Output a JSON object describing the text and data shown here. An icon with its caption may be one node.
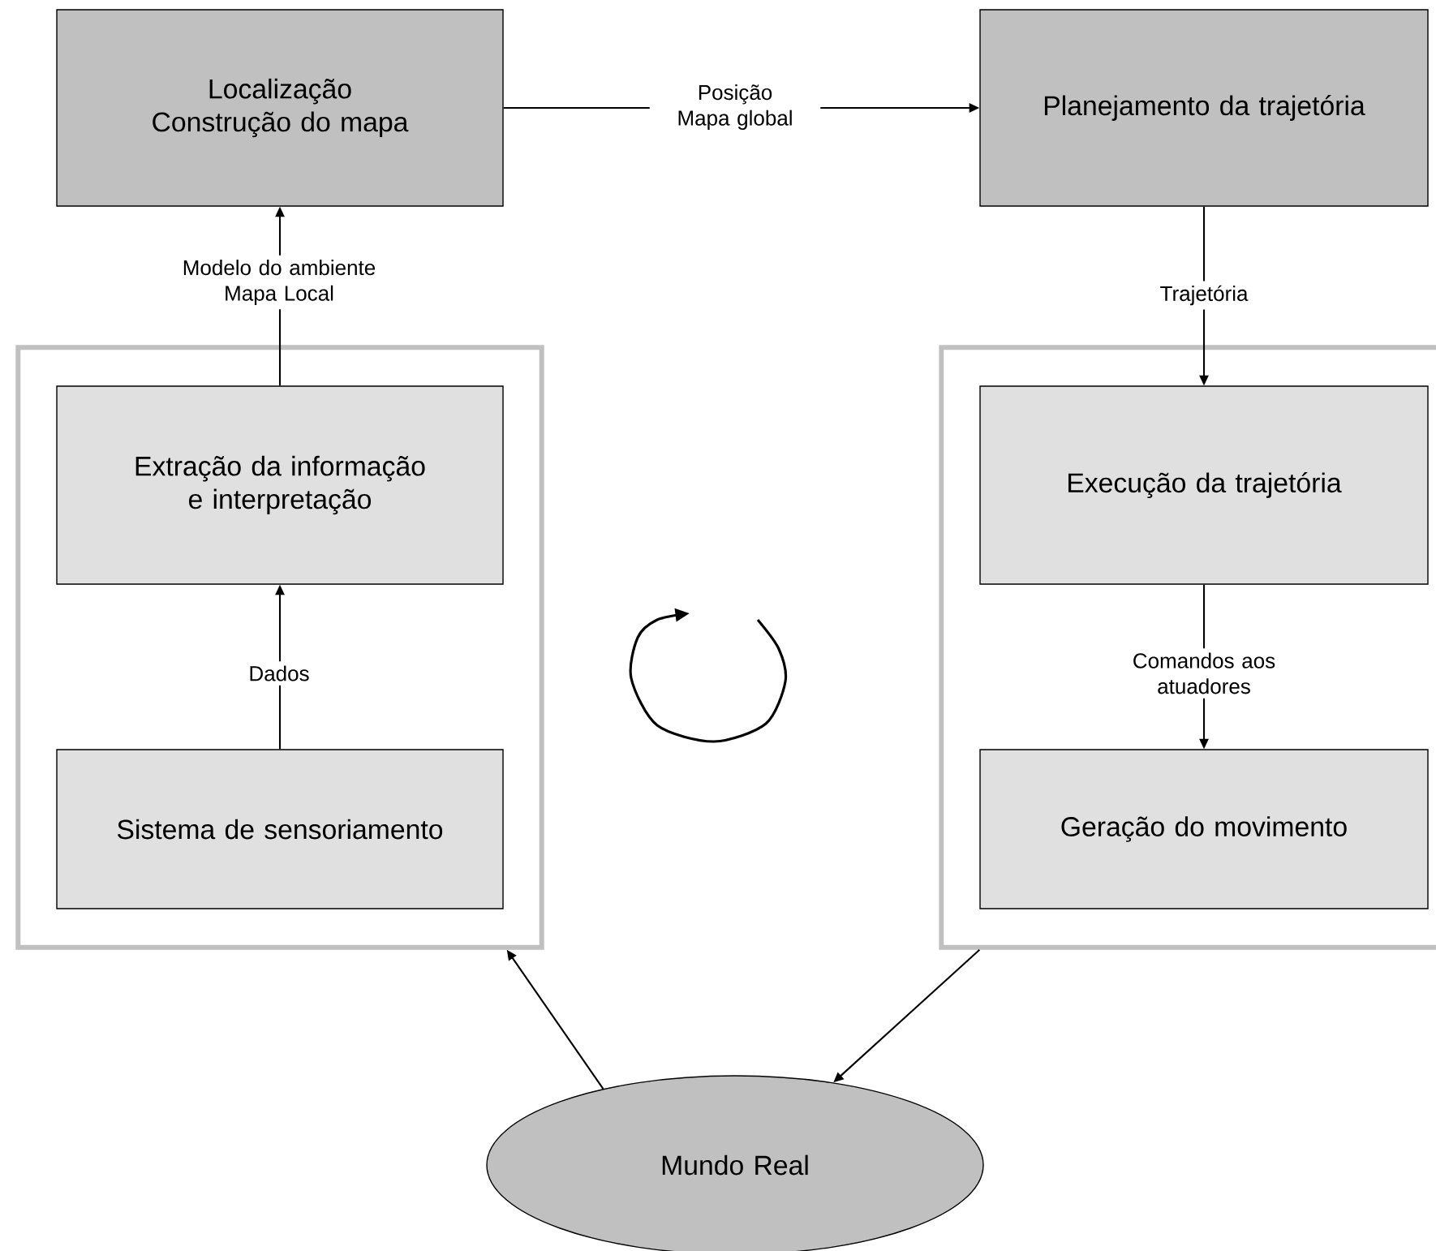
{
  "diagram": {
    "nodes": [
      {
        "text": [
          "Localização",
          "Construção do mapa"
        ]
      },
      {
        "text": [
          "Planejamento da trajetória"
        ]
      },
      {
        "text": [],
        "shape": "box"
      },
      {
        "text": [
          "Extração da informação e interpretação"
        ],
        "in": 2
      },
      {
        "text": [
          "Sistema de sensoriamento"
        ],
        "in": 2
      },
      {
        "text": [],
        "shape": "box"
      },
      {
        "text": [
          "Execução da trajetória"
        ],
        "in": 5
      },
      {
        "text": [
          "Geração do movimento"
        ],
        "in": 5
      },
      {
        "text": [
          "Mundo Real"
        ]
      }
    ],
    "edges": [
      {
        "from": 0,
        "to": 1,
        "arrow": "to",
        "label": "Posição Mapa global"
      },
      {
        "from": 3,
        "to": 0,
        "arrow": "to",
        "label": "Modelo do ambiente Mapa Local"
      },
      {
        "from": 4,
        "to": 3,
        "arrow": "to",
        "label": "Dados"
      },
      {
        "from": 1,
        "to": 6,
        "arrow": "to",
        "label": "Trajetória"
      },
      {
        "from": 6,
        "to": 7,
        "arrow": "to",
        "label": "Comandos aos atuadores"
      },
      {
        "from": 8,
        "to": 2,
        "arrow": "to"
      },
      {
        "from": 5,
        "to": 8,
        "arrow": "to"
      }
    ]
  }
}
